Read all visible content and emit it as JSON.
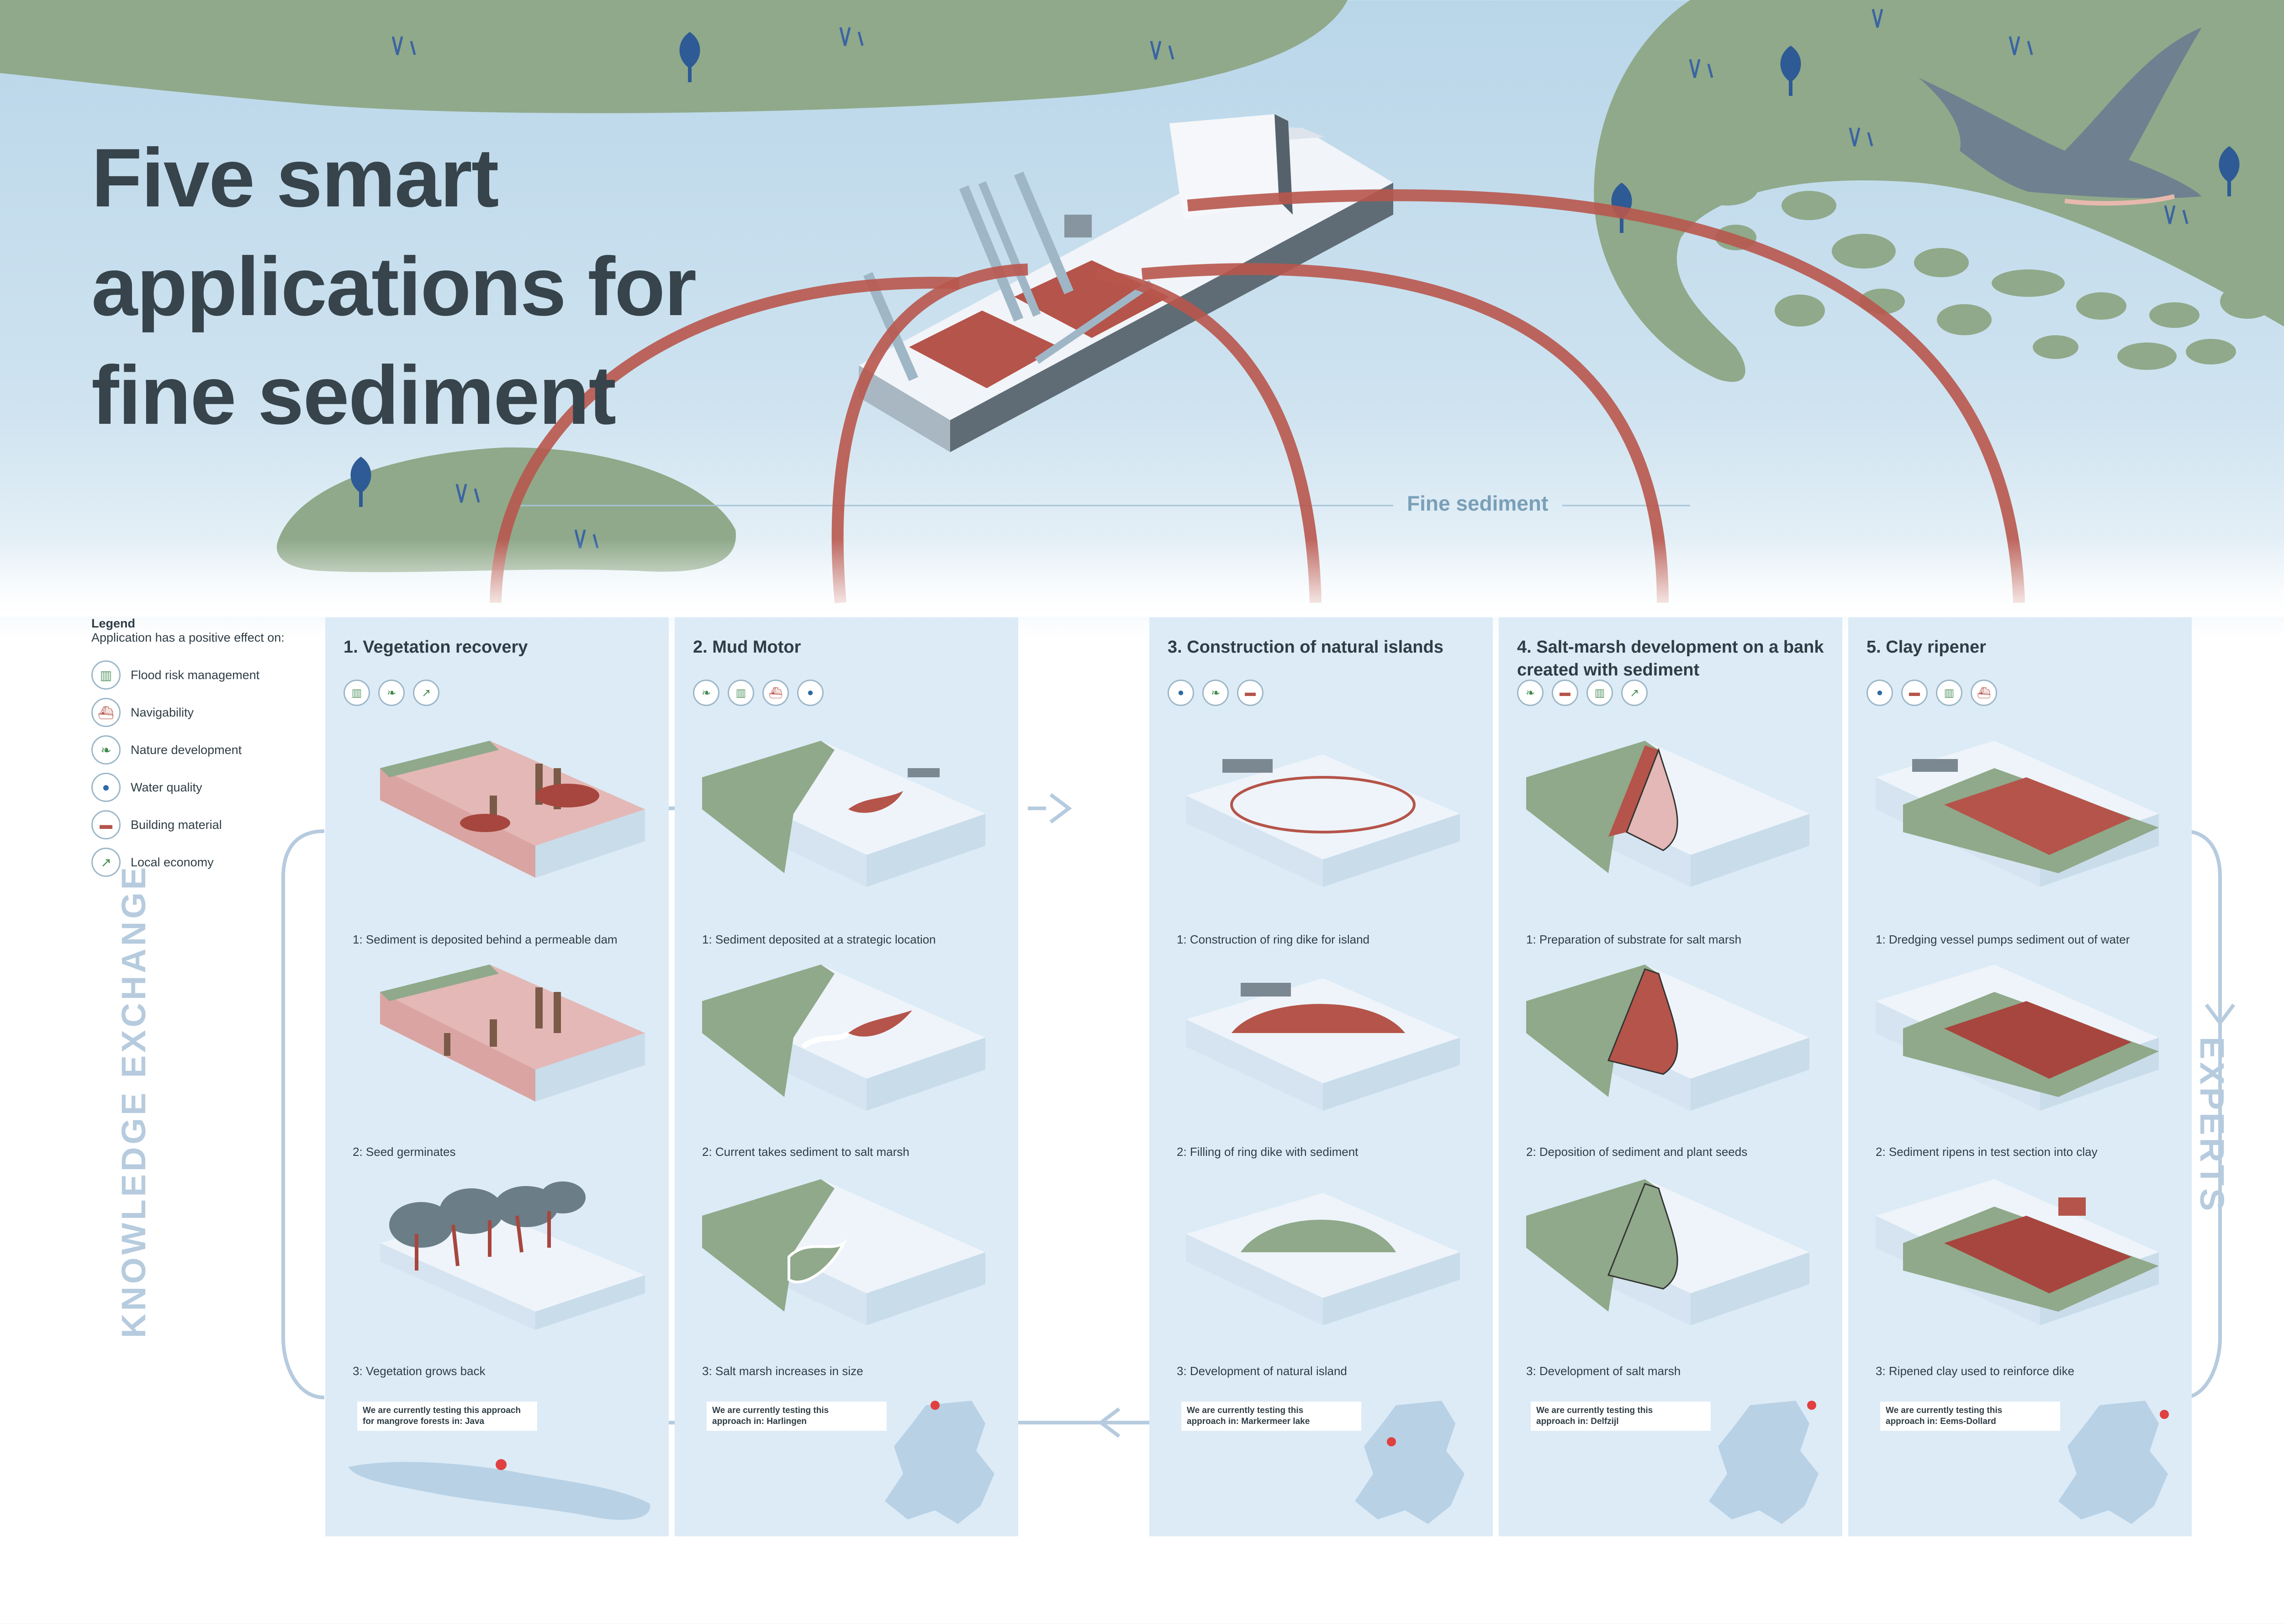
{
  "title": {
    "line1": "Five smart",
    "line2": "applications for",
    "line3": "fine sediment"
  },
  "fine_sediment_label": "Fine sediment",
  "legend": {
    "title": "Legend",
    "subtitle": "Application has a positive effect on:",
    "items": [
      {
        "label": "Flood risk management",
        "icon": "flood-icon"
      },
      {
        "label": "Navigability",
        "icon": "ship-icon"
      },
      {
        "label": "Nature development",
        "icon": "leaf-icon"
      },
      {
        "label": "Water quality",
        "icon": "droplet-icon"
      },
      {
        "label": "Building material",
        "icon": "brick-icon"
      },
      {
        "label": "Local economy",
        "icon": "economy-icon"
      }
    ]
  },
  "side_labels": {
    "left": "KNOWLEDGE EXCHANGE",
    "right": "EXPERTS"
  },
  "applications": [
    {
      "title": "1. Vegetation recovery",
      "steps": [
        "1: Sediment is deposited behind a permeable dam",
        "2: Seed germinates",
        "3: Vegetation grows back"
      ],
      "testing_line1": "We are currently testing this approach",
      "testing_line2": "for mangrove forests in: Java"
    },
    {
      "title": "2. Mud Motor",
      "steps": [
        "1: Sediment deposited at a strategic location",
        "2: Current takes sediment to salt marsh",
        "3: Salt marsh increases in size"
      ],
      "testing_line1": "We are currently testing this",
      "testing_line2": "approach in: Harlingen"
    },
    {
      "title": "3. Construction of natural islands",
      "steps": [
        "1: Construction of ring dike for island",
        "2: Filling of ring dike with sediment",
        "3: Development of natural island"
      ],
      "testing_line1": "We are currently testing this",
      "testing_line2": "approach in: Markermeer lake"
    },
    {
      "title": "4. Salt-marsh development on a bank created with sediment",
      "steps": [
        "1: Preparation of substrate for salt marsh",
        "2: Deposition of sediment and plant seeds",
        "3: Development of salt marsh"
      ],
      "testing_line1": "We are currently testing this",
      "testing_line2": "approach in: Delfzijl"
    },
    {
      "title": "5. Clay ripener",
      "steps": [
        "1: Dredging vessel pumps sediment out of water",
        "2: Sediment ripens in test section into clay",
        "3: Ripened clay used to reinforce dike"
      ],
      "testing_line1": "We are currently testing this",
      "testing_line2": "approach in: Eems-Dollard"
    }
  ],
  "colors": {
    "sediment": "#b5544a",
    "land": "#8fa98a",
    "water": "#dcebf6",
    "text": "#37444c"
  }
}
